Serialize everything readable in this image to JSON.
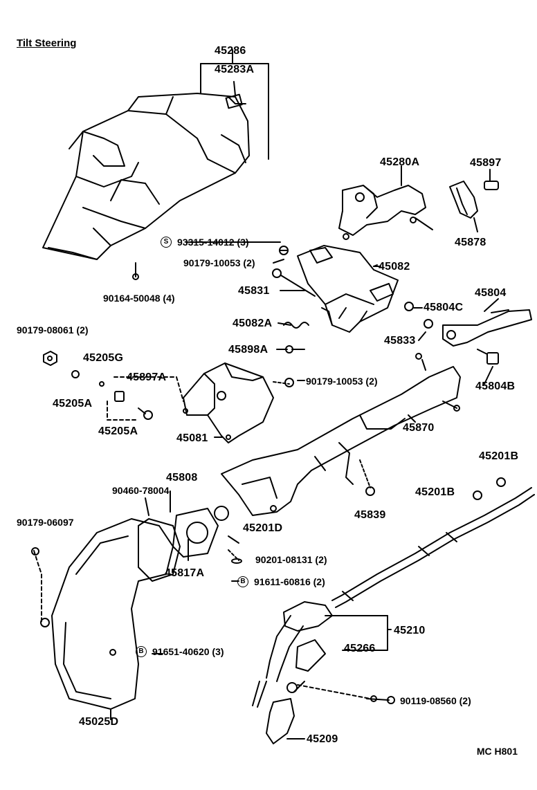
{
  "title": "Tilt Steering",
  "footer_code": "MC H801",
  "parts": {
    "p45286": "45286",
    "p45283A": "45283A",
    "p45280A": "45280A",
    "p45897": "45897",
    "p45878": "45878",
    "p93315": "93315-14012 (3)",
    "p93315_mark": "S",
    "p90179_10053a": "90179-10053 (2)",
    "p45082": "45082",
    "p45831": "45831",
    "p45804": "45804",
    "p45804C": "45804C",
    "p90164": "90164-50048 (4)",
    "p45082A": "45082A",
    "p45833": "45833",
    "p90179_08061": "90179-08061 (2)",
    "p45898A": "45898A",
    "p45205G": "45205G",
    "p45897A": "45897A",
    "p90179_10053b": "90179-10053 (2)",
    "p45804B": "45804B",
    "p45205A_a": "45205A",
    "p45205A_b": "45205A",
    "p45870": "45870",
    "p45081": "45081",
    "p45201B_a": "45201B",
    "p45808": "45808",
    "p90460": "90460-78004",
    "p45201B_b": "45201B",
    "p90179_06097": "90179-06097",
    "p45201D": "45201D",
    "p45839": "45839",
    "p90201": "90201-08131 (2)",
    "p45817A": "45817A",
    "p91611": "91611-60816 (2)",
    "p91611_mark": "B",
    "p45210": "45210",
    "p45266": "45266",
    "p91651": "91651-40620 (3)",
    "p91651_mark": "B",
    "p90119": "90119-08560 (2)",
    "p45025D": "45025D",
    "p45209": "45209"
  }
}
